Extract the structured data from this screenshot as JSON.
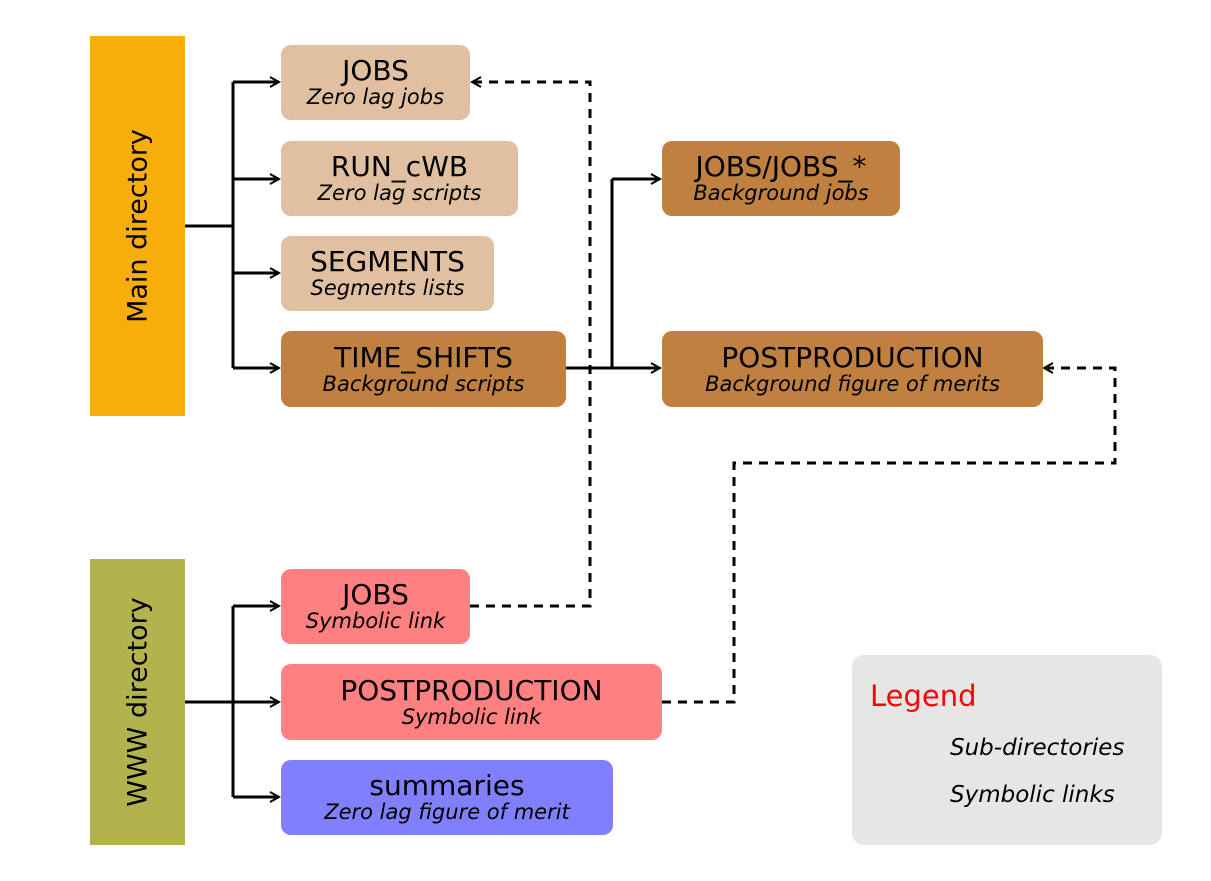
{
  "colors": {
    "main_bar": "#f7ae0a",
    "www_bar": "#b3b34d",
    "light_brown": "#e0c0a0",
    "dark_brown": "#bf8040",
    "pink": "#ff8080",
    "blue": "#8080ff",
    "legend_bg": "#e6e6e6",
    "legend_title": "#ff0000"
  },
  "main_directory": {
    "label": "Main directory"
  },
  "www_directory": {
    "label": "WWW directory"
  },
  "nodes": {
    "jobs": {
      "title": "JOBS",
      "subtitle": "Zero lag jobs"
    },
    "run_cwb": {
      "title": "RUN_cWB",
      "subtitle": "Zero lag scripts"
    },
    "segments": {
      "title": "SEGMENTS",
      "subtitle": "Segments lists"
    },
    "time_shifts": {
      "title": "TIME_SHIFTS",
      "subtitle": "Background scripts"
    },
    "jobs_star": {
      "title": "JOBS/JOBS_*",
      "subtitle": "Background jobs"
    },
    "postproduction": {
      "title": "POSTPRODUCTION",
      "subtitle": "Background figure of merits"
    },
    "www_jobs": {
      "title": "JOBS",
      "subtitle": "Symbolic link"
    },
    "www_postproduction": {
      "title": "POSTPRODUCTION",
      "subtitle": "Symbolic link"
    },
    "summaries": {
      "title": "summaries",
      "subtitle": "Zero lag figure of merit"
    }
  },
  "legend": {
    "title": "Legend",
    "items": [
      {
        "style": "solid",
        "label": "Sub-directories"
      },
      {
        "style": "dashed",
        "label": "Symbolic links"
      }
    ]
  }
}
